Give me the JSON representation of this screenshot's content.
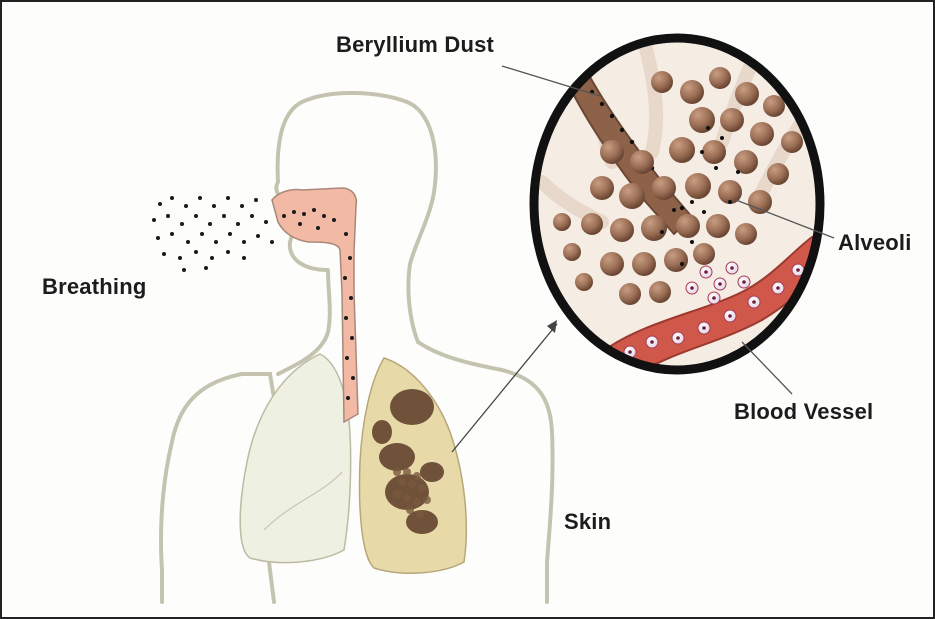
{
  "labels": {
    "beryllium_dust": "Beryllium Dust",
    "breathing": "Breathing",
    "alveoli": "Alveoli",
    "blood_vessel": "Blood Vessel",
    "skin": "Skin"
  },
  "colors": {
    "airway": "#f2b9a4",
    "lung_affected": "#e8d9a8",
    "lung_healthy": "#eef0e2",
    "alveoli": "#9b6f55",
    "blood_vessel": "#d0584a",
    "outline": "#bfbfad",
    "magnifier_ring": "#111111"
  }
}
